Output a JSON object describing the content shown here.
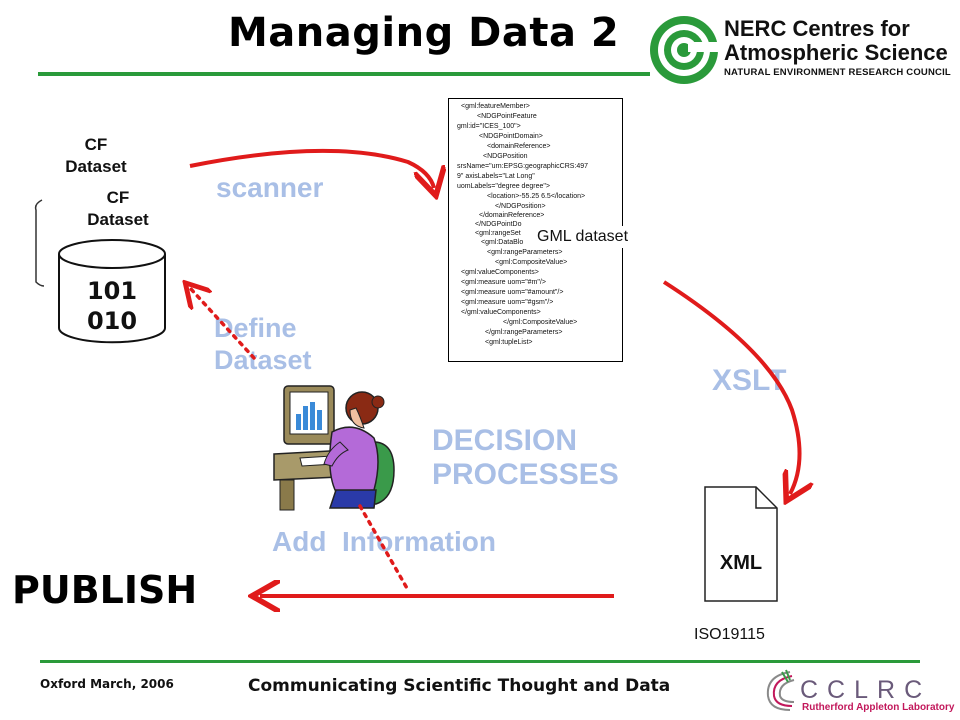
{
  "header": {
    "title": "Managing Data 2",
    "logo": {
      "line1": "NERC Centres for",
      "line2": "Atmospheric Science",
      "line3": "NATURAL ENVIRONMENT RESEARCH COUNCIL"
    }
  },
  "diagram": {
    "cf_back_label": "CF\nDataset",
    "cf_front_label": "CF\nDataset",
    "binary": "101\n010",
    "scanner": "scanner",
    "define_dataset": "Define\nDataset",
    "gml_dataset": "GML dataset",
    "gml_lines": [
      "<gml:featureMember>",
      "<NDGPointFeature",
      "gml:id=\"ICES_100\">",
      "<NDGPointDomain>",
      "<domainReference>",
      "<NDGPosition",
      "srsName=\"urn:EPSG:geographicCRS:497",
      "9\" axisLabels=\"Lat Long\"",
      "uomLabels=\"degree degree\">",
      "<location>-55.25 6.5</location>",
      "</NDGPosition>",
      "</domainReference>",
      "</NDGPointDo",
      "<gml:rangeSet",
      "<gml:DataBlo",
      "<gml:rangeParameters>",
      "<gml:CompositeValue>",
      "<gml:valueComponents>",
      "<gml:measure uom=\"#m\"/>",
      "<gml:measure uom=\"#amount\"/>",
      "<gml:measure uom=\"#gsm\"/>",
      "</gml:valueComponents>",
      "</gml:CompositeValue>",
      "</gml:rangeParameters>",
      "<gml:tupleList>"
    ],
    "xslt": "XSLT",
    "decision": "DECISION\nPROCESSES",
    "xml": "XML",
    "add_information": "Add  Information",
    "publish": "PUBLISH",
    "iso": "ISO19115"
  },
  "footer": {
    "left": "Oxford March, 2006",
    "center": "Communicating Scientific Thought and Data",
    "cclrc": "CCLRC",
    "ral": "Rutherford Appleton Laboratory"
  },
  "colors": {
    "green_rule": "#2a9a3a",
    "arrow_red": "#e01b1b",
    "label_blue": "#a9bfe6",
    "cclrc_purple": "#6a5a7a",
    "ral_pink": "#c2185b"
  }
}
